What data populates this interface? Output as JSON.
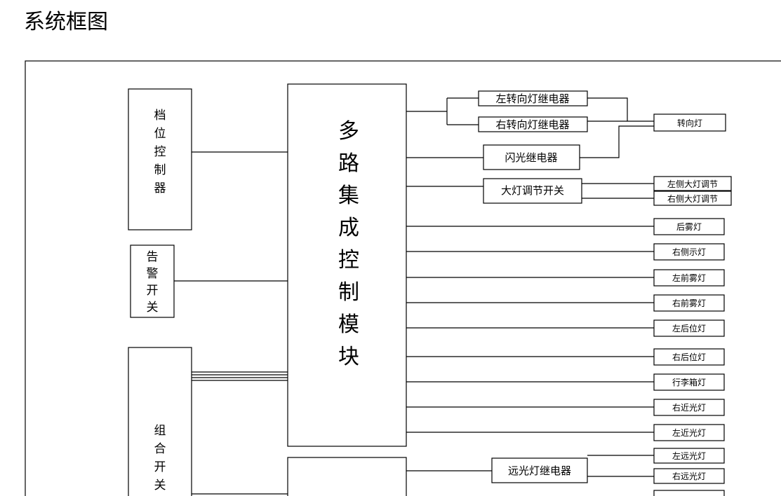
{
  "page": {
    "title": "系统框图"
  },
  "diagram": {
    "gear_controller": [
      "档",
      "位",
      "控",
      "制",
      "器"
    ],
    "warning_switch": [
      "告",
      "警",
      "开",
      "关"
    ],
    "combo_switch": [
      "组",
      "合",
      "开",
      "关"
    ],
    "main_module": [
      "多",
      "路",
      "集",
      "成",
      "控",
      "制",
      "模",
      "块"
    ],
    "relays": {
      "left_turn": "左转向灯继电器",
      "right_turn": "右转向灯继电器",
      "flash": "闪光继电器",
      "headlight_adjust": "大灯调节开关",
      "high_beam": "远光灯继电器"
    },
    "outputs": {
      "turn_lamp": "转向灯",
      "left_headlight_adjust": "左侧大灯调节",
      "right_headlight_adjust": "右侧大灯调节",
      "rear_fog": "后雾灯",
      "right_mid": "右侧示灯",
      "left_front_fog": "左前雾灯",
      "right_front_fog": "右前雾灯",
      "left_rear": "左后位灯",
      "right_rear": "右后位灯",
      "trunk": "行李箱灯",
      "right_low": "右近光灯",
      "left_low": "左近光灯",
      "left_high": "左远光灯",
      "right_high": "右远光灯"
    }
  }
}
